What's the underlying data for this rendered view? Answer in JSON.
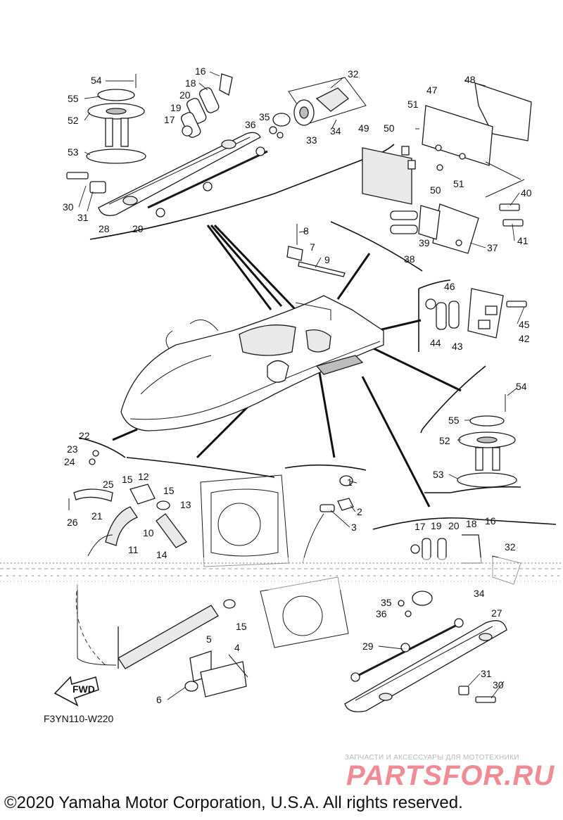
{
  "diagram": {
    "part_labels": {
      "p1": "1",
      "p2": "2",
      "p3": "3",
      "p4": "4",
      "p5": "5",
      "p6": "6",
      "p7": "7",
      "p8": "8",
      "p9": "9",
      "p10": "10",
      "p11": "11",
      "p12": "12",
      "p13": "13",
      "p14": "14",
      "p15a": "15",
      "p15b": "15",
      "p15c": "15",
      "p16a": "16",
      "p16b": "16",
      "p17a": "17",
      "p17b": "17",
      "p18a": "18",
      "p18b": "18",
      "p19a": "19",
      "p19b": "19",
      "p20a": "20",
      "p20b": "20",
      "p21": "21",
      "p22": "22",
      "p23": "23",
      "p24": "24",
      "p25": "25",
      "p26": "26",
      "p27": "27",
      "p28": "28",
      "p29a": "29",
      "p29b": "29",
      "p30a": "30",
      "p30b": "30",
      "p31a": "31",
      "p31b": "31",
      "p32a": "32",
      "p32b": "32",
      "p33": "33",
      "p34a": "34",
      "p34b": "34",
      "p35a": "35",
      "p35b": "35",
      "p36a": "36",
      "p36b": "36",
      "p37": "37",
      "p38": "38",
      "p39": "39",
      "p40": "40",
      "p41": "41",
      "p42": "42",
      "p43": "43",
      "p44": "44",
      "p45": "45",
      "p46": "46",
      "p47": "47",
      "p48": "48",
      "p49": "49",
      "p50a": "50",
      "p50b": "50",
      "p51a": "51",
      "p51b": "51",
      "p52a": "52",
      "p52b": "52",
      "p53a": "53",
      "p53b": "53",
      "p54a": "54",
      "p54b": "54",
      "p55a": "55",
      "p55b": "55"
    },
    "fwd_label": "FWD",
    "code": "F3YN110-W220"
  },
  "watermark": {
    "subtitle": "ЗАПЧАСТИ И АКСЕССУАРЫ ДЛЯ МОТОТЕХНИКИ",
    "brand": "PARTSFOR.RU",
    "color": "#f08a93"
  },
  "copyright": "©2020 Yamaha Motor Corporation, U.S.A. All rights reserved."
}
